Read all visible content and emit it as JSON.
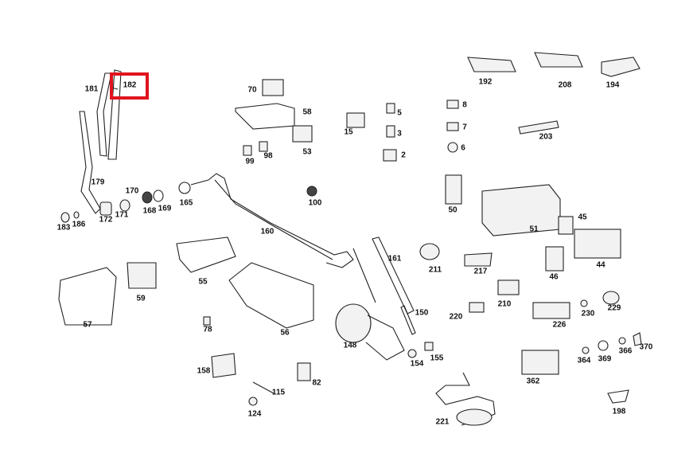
{
  "diagram": {
    "highlight_color": "#e0141e",
    "highlighted_part": "182",
    "labels": [
      "181",
      "182",
      "70",
      "58",
      "5",
      "3",
      "15",
      "2",
      "8",
      "7",
      "6",
      "192",
      "208",
      "194",
      "203",
      "53",
      "99",
      "98",
      "179",
      "170",
      "171",
      "172",
      "168",
      "169",
      "165",
      "100",
      "183",
      "186",
      "160",
      "50",
      "51",
      "45",
      "44",
      "46",
      "55",
      "59",
      "57",
      "161",
      "211",
      "217",
      "210",
      "220",
      "226",
      "230",
      "229",
      "78",
      "56",
      "148",
      "150",
      "154",
      "155",
      "158",
      "115",
      "82",
      "124",
      "221",
      "362",
      "364",
      "369",
      "366",
      "370",
      "198"
    ]
  }
}
